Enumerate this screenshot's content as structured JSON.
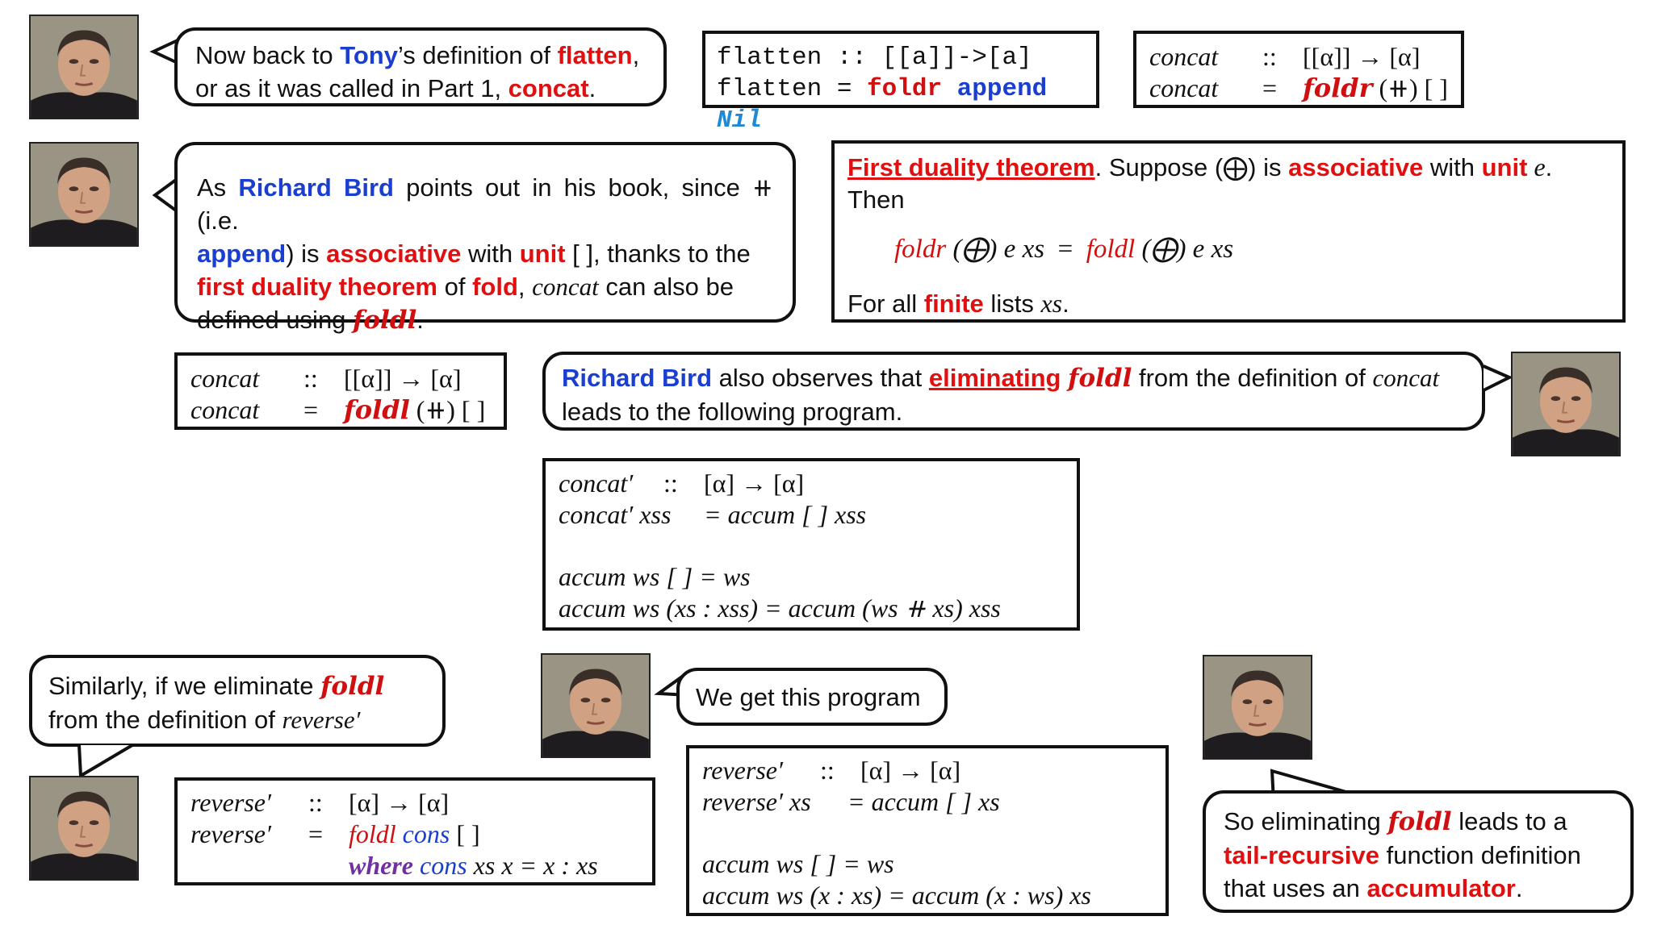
{
  "bubble1": {
    "t1": "Now back to ",
    "name": "Tony",
    "t2": "’s definition of ",
    "fn": "flatten",
    "t3": ",",
    "t4": "or as it was called in Part 1, ",
    "fn2": "concat",
    "t5": "."
  },
  "flatten_code": {
    "l1": "flatten :: [[a]]->[a]",
    "l2a": "flatten = ",
    "foldr": "foldr",
    "append": "append",
    "nil": "Nil"
  },
  "concat_r": {
    "name": "concat",
    "sig_op": "::",
    "sig": "[[α]] → [α]",
    "eq": "=",
    "fold": "foldr",
    "rest": "(⧺) [ ]"
  },
  "bubble2": {
    "t1": "As ",
    "name": "Richard Bird",
    "t2": " points out in his book, since ⧺ (i.e.",
    "append": "append",
    "t3": ") is ",
    "assoc": "associative",
    "t4": " with ",
    "unit": "unit",
    "t5": " [ ], thanks to the",
    "thm": "first duality theorem",
    "t6": " of ",
    "fold": "fold",
    "t7": ", ",
    "concat": "concat",
    "t8": " can also be",
    "t9": "defined using ",
    "foldl": "foldl",
    "t10": "."
  },
  "theorem": {
    "title": "First duality theorem",
    "t1": ". Suppose (⨁) is ",
    "assoc": "associative",
    "t2": " with ",
    "unit": "unit",
    "t3": " e",
    "t4": ". Then",
    "lhs_f": "foldr",
    "lhs": " (⨁) e xs",
    "eq": "=",
    "rhs_f": "foldl",
    "rhs": " (⨁) e xs",
    "f1": "For all ",
    "finite": "finite",
    "f2": " lists ",
    "xs": "xs",
    "f3": "."
  },
  "concat_l": {
    "name": "concat",
    "sig_op": "::",
    "sig": "[[α]] → [α]",
    "eq": "=",
    "fold": "foldl",
    "rest": "(⧺) [ ]"
  },
  "bubble3": {
    "name": "Richard Bird",
    "t1": " also observes that ",
    "elim": "eliminating",
    "foldl": "foldl",
    "t2": " from the definition of ",
    "concat": "concat",
    "t3": "leads to the following program."
  },
  "concat_prog": {
    "l1a": "concat′",
    "l1b": "::",
    "l1c": "[α] → [α]",
    "l2a": "concat′ xss",
    "l2b": "= accum [ ] xss",
    "l3": "accum ws [ ] = ws",
    "l4": "accum ws (xs : xss) = accum (ws ⧺ xs) xss"
  },
  "bubble4": {
    "t1": "Similarly,  if  we  eliminate  ",
    "foldl": "foldl",
    "t2": "from the definition of ",
    "rev": "reverse′"
  },
  "bubble5": {
    "t1": "We get this program"
  },
  "rev_fold": {
    "l1a": "reverse′",
    "l1b": "::",
    "l1c": "[α] → [α]",
    "l2a": "reverse′",
    "l2b": "=",
    "foldl": "foldl",
    "cons": "cons",
    "l2c": " [ ]",
    "where": "where",
    "cons2": "cons",
    "l3": " xs x = x  :  xs"
  },
  "rev_prog": {
    "l1a": "reverse′",
    "l1b": "::",
    "l1c": "[α] → [α]",
    "l2a": "reverse′ xs",
    "l2b": "= accum [ ] xs",
    "l3": "accum ws [ ] = ws",
    "l4": "accum ws (x : xs) = accum (x : ws) xs"
  },
  "bubble6": {
    "t1": "So  eliminating  ",
    "foldl": "foldl",
    "t2": "  leads  to  a",
    "tail": "tail-recursive",
    "t3": "  function  definition",
    "t4": "that uses an ",
    "acc": "accumulator",
    "t5": "."
  }
}
